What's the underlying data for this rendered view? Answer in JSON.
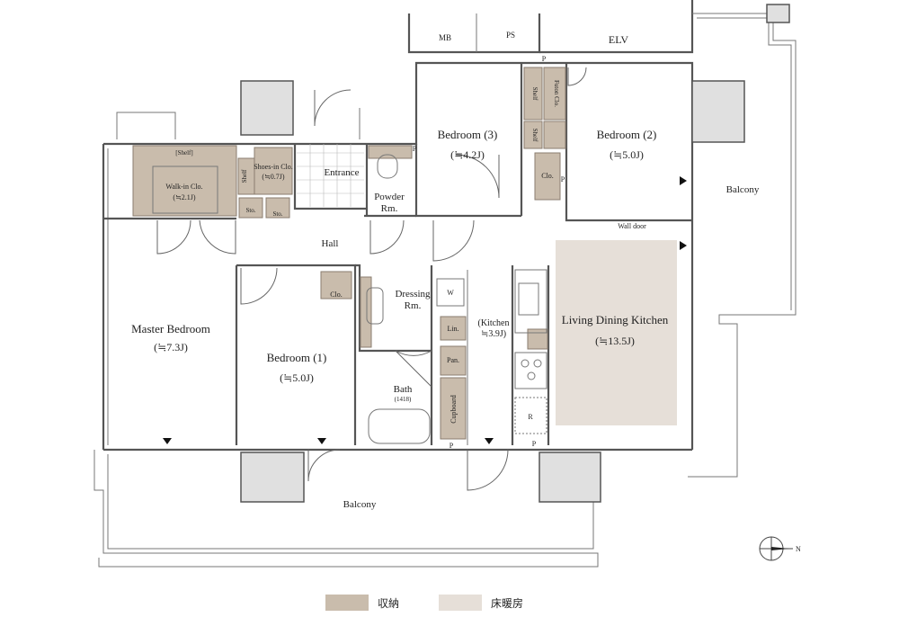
{
  "rooms": {
    "master_bedroom": {
      "name": "Master Bedroom",
      "size": "(≒7.3J)"
    },
    "bedroom1": {
      "name": "Bedroom (1)",
      "size": "(≒5.0J)"
    },
    "bedroom2": {
      "name": "Bedroom (2)",
      "size": "(≒5.0J)"
    },
    "bedroom3": {
      "name": "Bedroom (3)",
      "size": "(≒4.2J)"
    },
    "ldk": {
      "name": "Living Dining Kitchen",
      "size": "(≒13.5J)"
    },
    "kitchen": {
      "name": "(Kitchen",
      "size": "≒3.9J)"
    },
    "walkin": {
      "name": "Walk-in Clo.",
      "size": "(≒2.1J)"
    },
    "shoesin": {
      "name": "Shoes-in Clo.",
      "size": "(≒0.7J)"
    },
    "entrance": "Entrance",
    "powder": {
      "line1": "Powder",
      "line2": "Rm."
    },
    "hall": "Hall",
    "dressing": {
      "line1": "Dressing",
      "line2": "Rm."
    },
    "bath": {
      "name": "Bath",
      "size": "(1418)"
    },
    "balcony_south": "Balcony",
    "balcony_east": "Balcony",
    "elv": "ELV",
    "mb": "MB",
    "ps": "PS"
  },
  "fixtures": {
    "shelf": "[Shelf]",
    "shelf_v": "Shelf",
    "sto": "Sto.",
    "clo": "Clo.",
    "futon": "Futon Clo.",
    "w": "W",
    "lin": "Lin.",
    "pan": "Pan.",
    "cupboard": "Cupboard",
    "refrigerator": "R",
    "p": "P",
    "wall_door": "Wall door"
  },
  "legend": {
    "storage": {
      "label": "収納",
      "color": "#c9bcac"
    },
    "floor_heating": {
      "label": "床暖房",
      "color": "#e6dfd8"
    }
  },
  "compass": "N"
}
